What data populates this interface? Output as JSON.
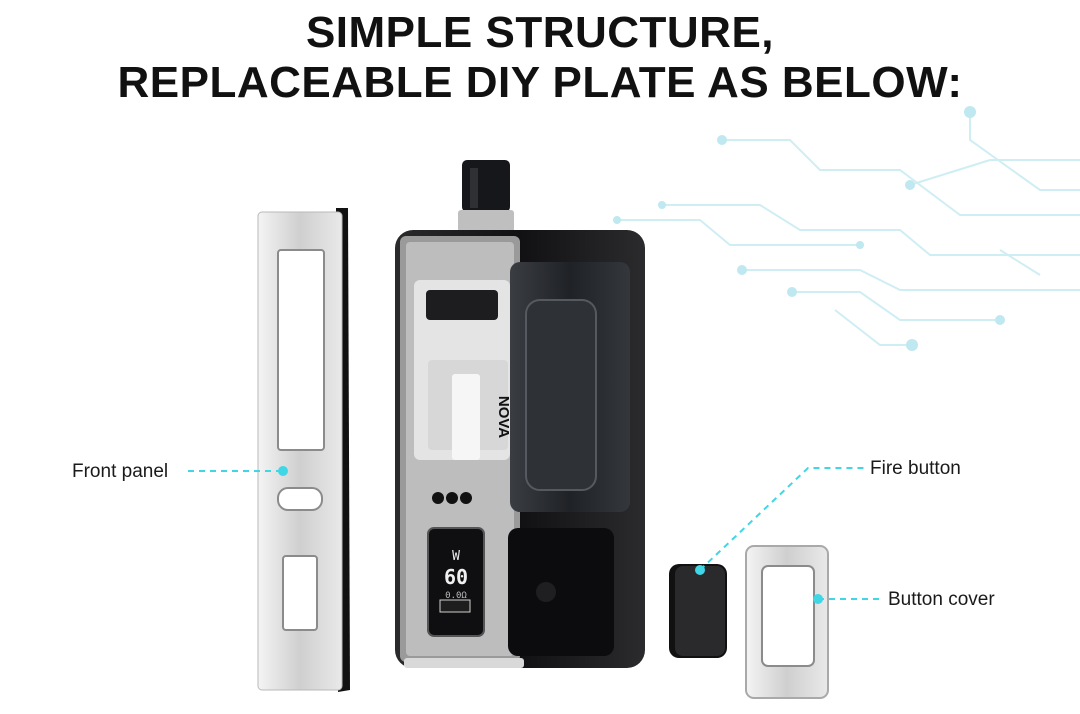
{
  "headline": {
    "line1": "SIMPLE STRUCTURE,",
    "line2": "REPLACEABLE DIY PLATE AS BELOW:"
  },
  "callouts": {
    "front_panel": "Front panel",
    "fire_button": "Fire button",
    "button_cover": "Button cover"
  },
  "device": {
    "brand": "NOVA",
    "screen_unit": "W",
    "screen_value": "60",
    "screen_sub": "0.0Ω"
  },
  "colors": {
    "accent": "#3fd6e6",
    "circuit": "#cfeef4",
    "body": "#1b1b1d",
    "metal": "#c9c9c9"
  }
}
